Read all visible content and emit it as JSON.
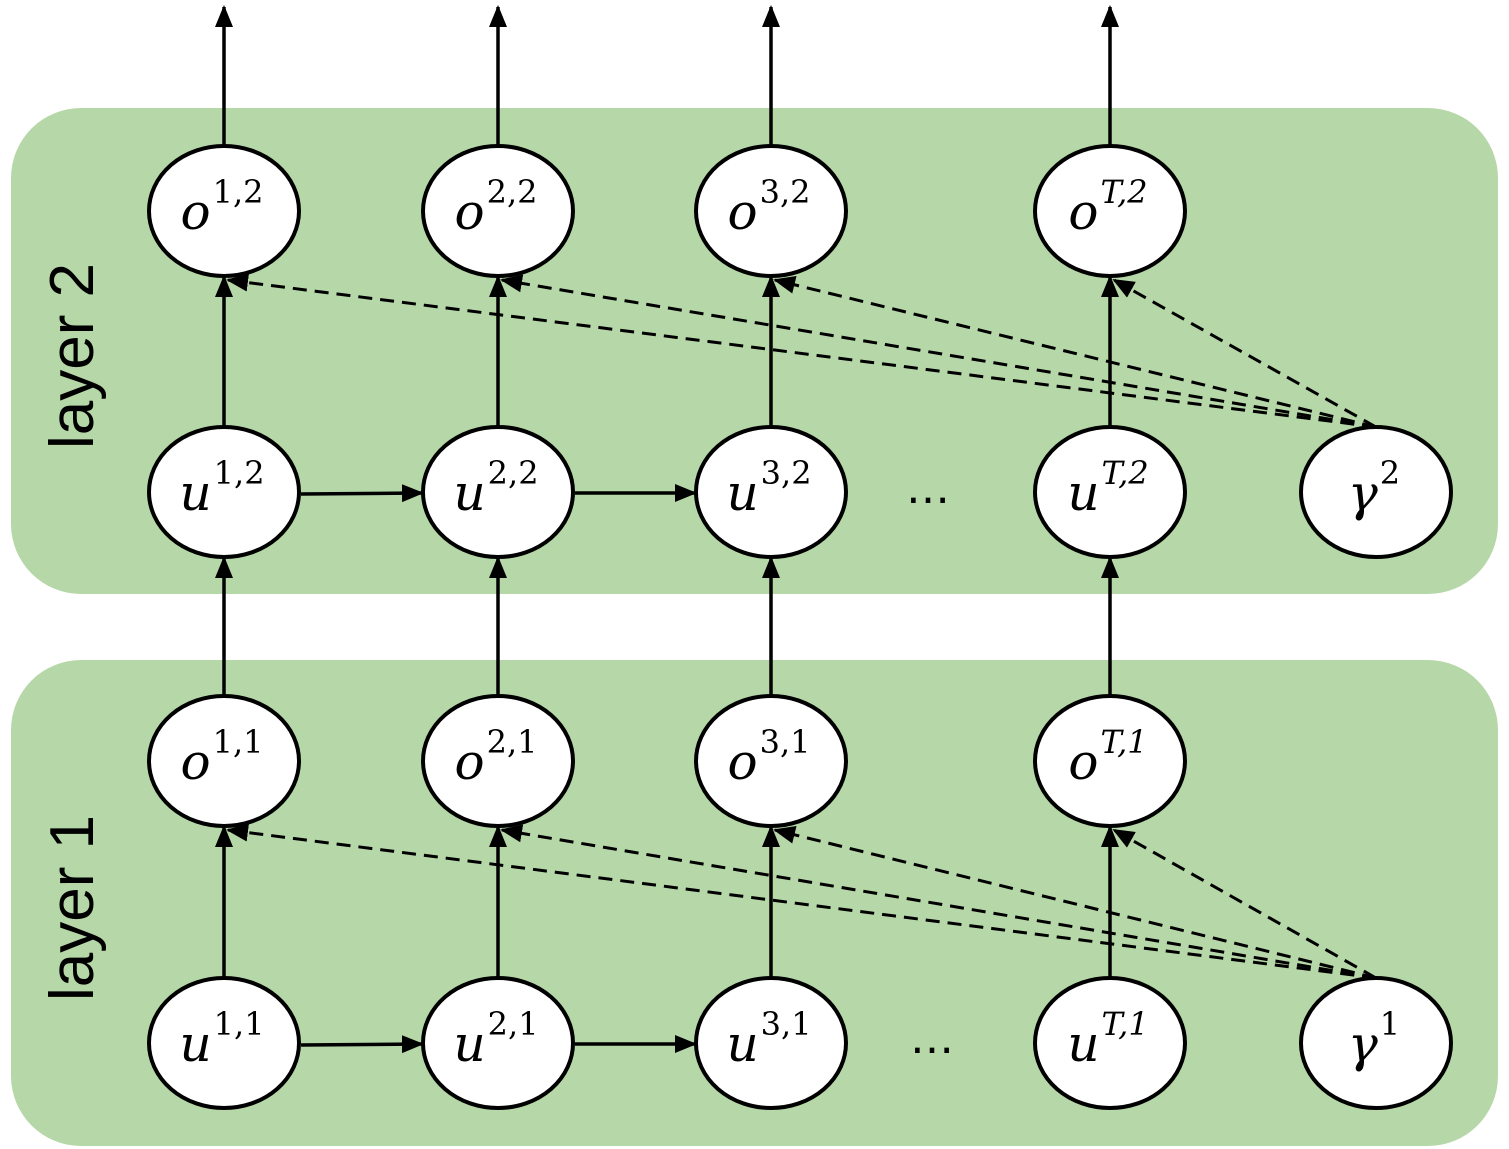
{
  "layers": [
    {
      "id": "layer-2",
      "label": "layer 2"
    },
    {
      "id": "layer-1",
      "label": "layer 1"
    }
  ],
  "nodes": {
    "o_1_2": {
      "base": "o",
      "sup": "1,2"
    },
    "o_2_2": {
      "base": "o",
      "sup": "2,2"
    },
    "o_3_2": {
      "base": "o",
      "sup": "3,2"
    },
    "o_T_2": {
      "base": "o",
      "sup": "T,2"
    },
    "u_1_2": {
      "base": "u",
      "sup": "1,2"
    },
    "u_2_2": {
      "base": "u",
      "sup": "2,2"
    },
    "u_3_2": {
      "base": "u",
      "sup": "3,2"
    },
    "u_T_2": {
      "base": "u",
      "sup": "T,2"
    },
    "gamma_2": {
      "base": "γ",
      "sup": "2"
    },
    "o_1_1": {
      "base": "o",
      "sup": "1,1"
    },
    "o_2_1": {
      "base": "o",
      "sup": "2,1"
    },
    "o_3_1": {
      "base": "o",
      "sup": "3,1"
    },
    "o_T_1": {
      "base": "o",
      "sup": "T,1"
    },
    "u_1_1": {
      "base": "u",
      "sup": "1,1"
    },
    "u_2_1": {
      "base": "u",
      "sup": "2,1"
    },
    "u_3_1": {
      "base": "u",
      "sup": "3,1"
    },
    "u_T_1": {
      "base": "u",
      "sup": "T,1"
    },
    "gamma_1": {
      "base": "γ",
      "sup": "1"
    }
  },
  "ellipsis": {
    "layer2": "…",
    "layer1": "…"
  },
  "colors": {
    "layer_fill": "#b6d7a8",
    "node_fill": "#ffffff",
    "stroke": "#000000"
  }
}
